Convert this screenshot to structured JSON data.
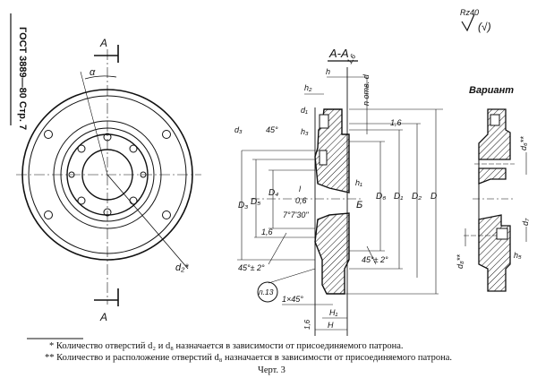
{
  "header": {
    "page_ref": "ГОСТ 3889—80 Стр. 7"
  },
  "roughness": {
    "label": "Rz40",
    "suffix": "(√)"
  },
  "section_title": "А-А",
  "variant_title": "Вариант",
  "cut_marks": {
    "top": "А",
    "bottom": "А",
    "angle": "α",
    "hole": "d₂*"
  },
  "section_labels": {
    "h": "h",
    "h2": "h₂",
    "h3": "h₃",
    "h1": "h₁",
    "roughness_top": "1,6",
    "holes": "n отв. d",
    "d1": "d₁",
    "d3": "d₃",
    "chamfer45": "45°",
    "l": "l",
    "gap": "0,6",
    "angle": "7°7'30\"",
    "b": "Б",
    "rough_left": "1,6",
    "D3": "D₃",
    "D5": "D₅",
    "D4": "D₄",
    "D6": "D₆",
    "D1": "D₁",
    "D2": "D₂",
    "D": "D",
    "chamfer_left": "45°± 2°",
    "chamfer_right": "45°± 2°",
    "note_ref": "п.13",
    "chamfer_1x45": "1×45°",
    "H1": "H₁",
    "H": "H",
    "rough_bottom": "1,6",
    "rough_axis": "1,6"
  },
  "variant_labels": {
    "d6": "d₆**",
    "d7": "d₇",
    "d8": "d₈**",
    "h5": "h₅"
  },
  "footnotes": [
    "* Количество отверстий d₂ и d₈ назначается в зависимости от присоединяемого патрона.",
    "** Количество и расположение отверстий d₈ назначается в зависимости от присоединяемого патрона."
  ],
  "caption": "Черт. 3"
}
